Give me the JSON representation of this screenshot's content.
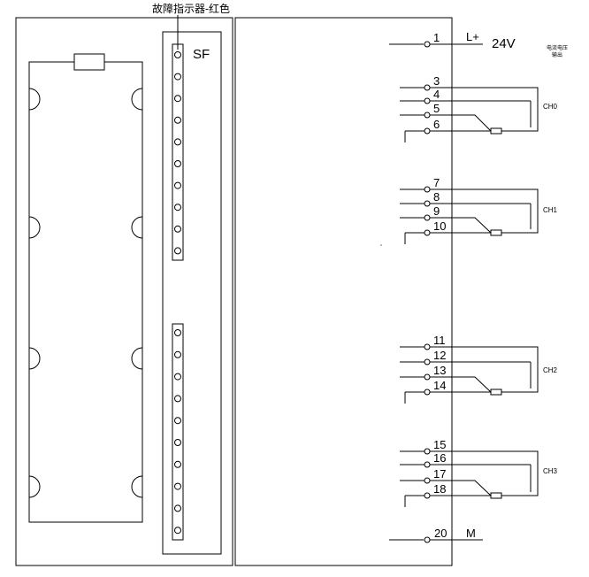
{
  "fault_indicator": "故障指示器-红色",
  "sf_label": "SF",
  "supply": {
    "l_plus": "L+",
    "voltage": "24V"
  },
  "output_note": [
    "电流电压",
    "输出"
  ],
  "terminals": {
    "t1": "1",
    "t3": "3",
    "t4": "4",
    "t5": "5",
    "t6": "6",
    "t7": "7",
    "t8": "8",
    "t9": "9",
    "t10": "10",
    "t11": "11",
    "t12": "12",
    "t13": "13",
    "t14": "14",
    "t15": "15",
    "t16": "16",
    "t17": "17",
    "t18": "18",
    "t20": "20"
  },
  "channels": [
    "CH0",
    "CH1",
    "CH2",
    "CH3"
  ],
  "m_label": "M"
}
